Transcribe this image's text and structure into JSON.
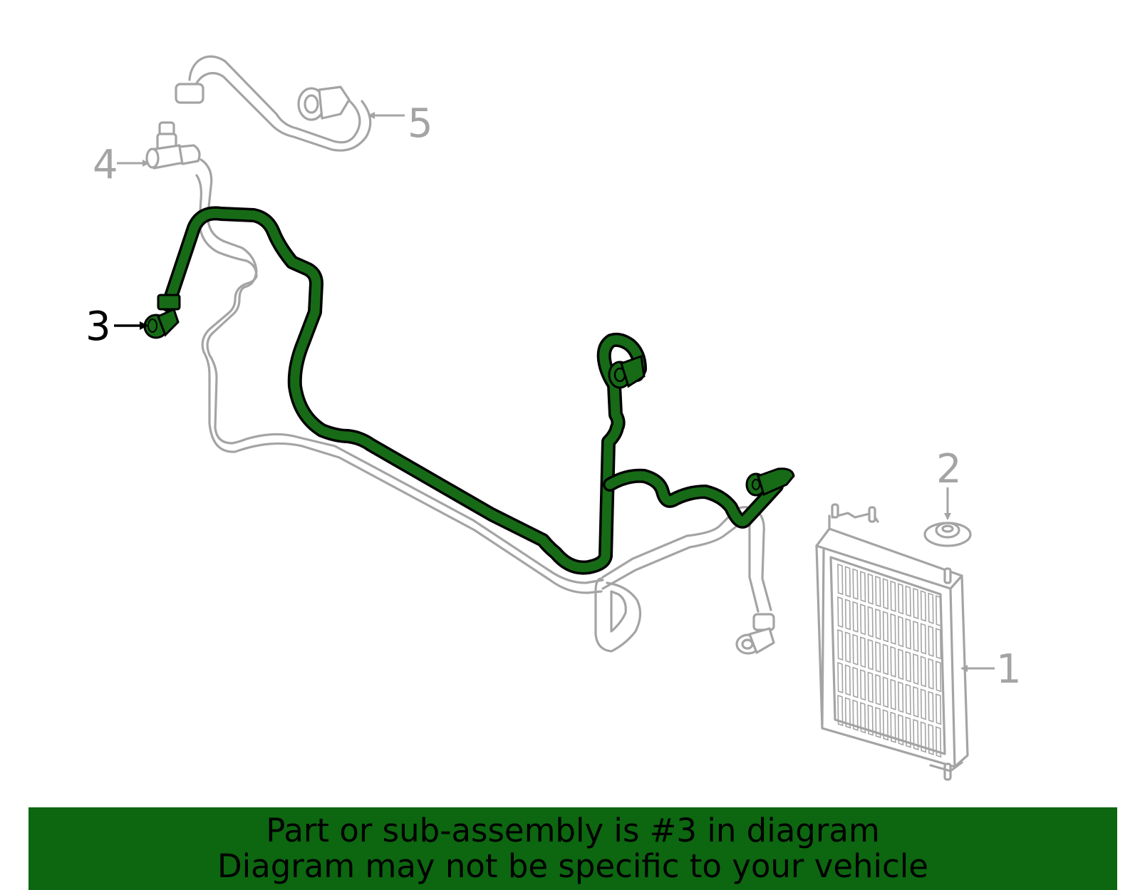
{
  "colors": {
    "highlight": "#176b17",
    "highlight_outline": "#000000",
    "ghost": "#a4a4a4",
    "banner_bg": "#0d6610",
    "banner_text": "#000000"
  },
  "callouts": [
    {
      "id": "1",
      "label": "1",
      "highlighted": false
    },
    {
      "id": "2",
      "label": "2",
      "highlighted": false
    },
    {
      "id": "3",
      "label": "3",
      "highlighted": true
    },
    {
      "id": "4",
      "label": "4",
      "highlighted": false
    },
    {
      "id": "5",
      "label": "5",
      "highlighted": false
    }
  ],
  "banner": {
    "line1": "Part or sub-assembly is #3 in diagram",
    "line2": "Diagram may not be specific to your vehicle"
  }
}
